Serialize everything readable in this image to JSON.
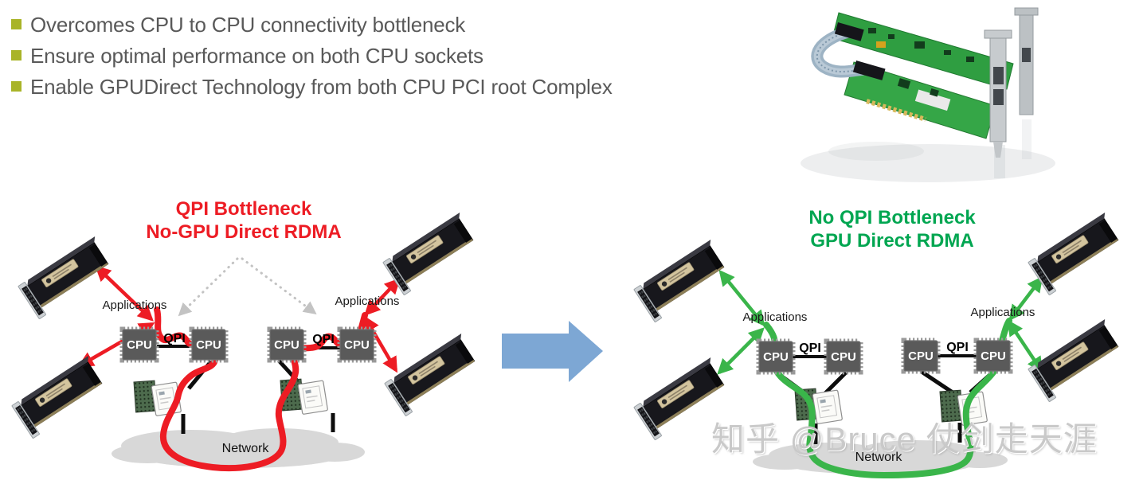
{
  "slide": {
    "bullets": [
      "Overcomes CPU to CPU connectivity bottleneck",
      "Ensure optimal performance on both CPU sockets",
      "Enable GPUDirect Technology from both CPU PCI root Complex"
    ]
  },
  "left_diagram": {
    "title": [
      "QPI Bottleneck",
      "No-GPU Direct RDMA"
    ],
    "applications": [
      "Applications",
      "Applications"
    ],
    "qpi": [
      "QPI",
      "QPI"
    ],
    "cpus": [
      "CPU",
      "CPU",
      "CPU",
      "CPU"
    ],
    "network": "Network"
  },
  "right_diagram": {
    "title": [
      "No QPI Bottleneck",
      "GPU Direct RDMA"
    ],
    "applications": [
      "Applications",
      "Applications"
    ],
    "qpi": [
      "QPI",
      "QPI"
    ],
    "cpus": [
      "CPU",
      "CPU",
      "CPU",
      "CPU"
    ],
    "network": "Network"
  },
  "watermark": {
    "text": "知乎 @Bruce 仗剑走天涯"
  },
  "colors": {
    "bullet_square": "#a9b428",
    "bullet_text": "#595959",
    "left_title": "#ed1c24",
    "right_title": "#00a651",
    "red_path": "#ed1c24",
    "green_path": "#3ab54a",
    "transition_arrow": "#7da7d4",
    "cpu_chip": "#5a5a5a",
    "network_cloud": "#d8d8d8",
    "dotted_arrow": "#c3c3c3",
    "watermark": "#c9c9c9"
  }
}
